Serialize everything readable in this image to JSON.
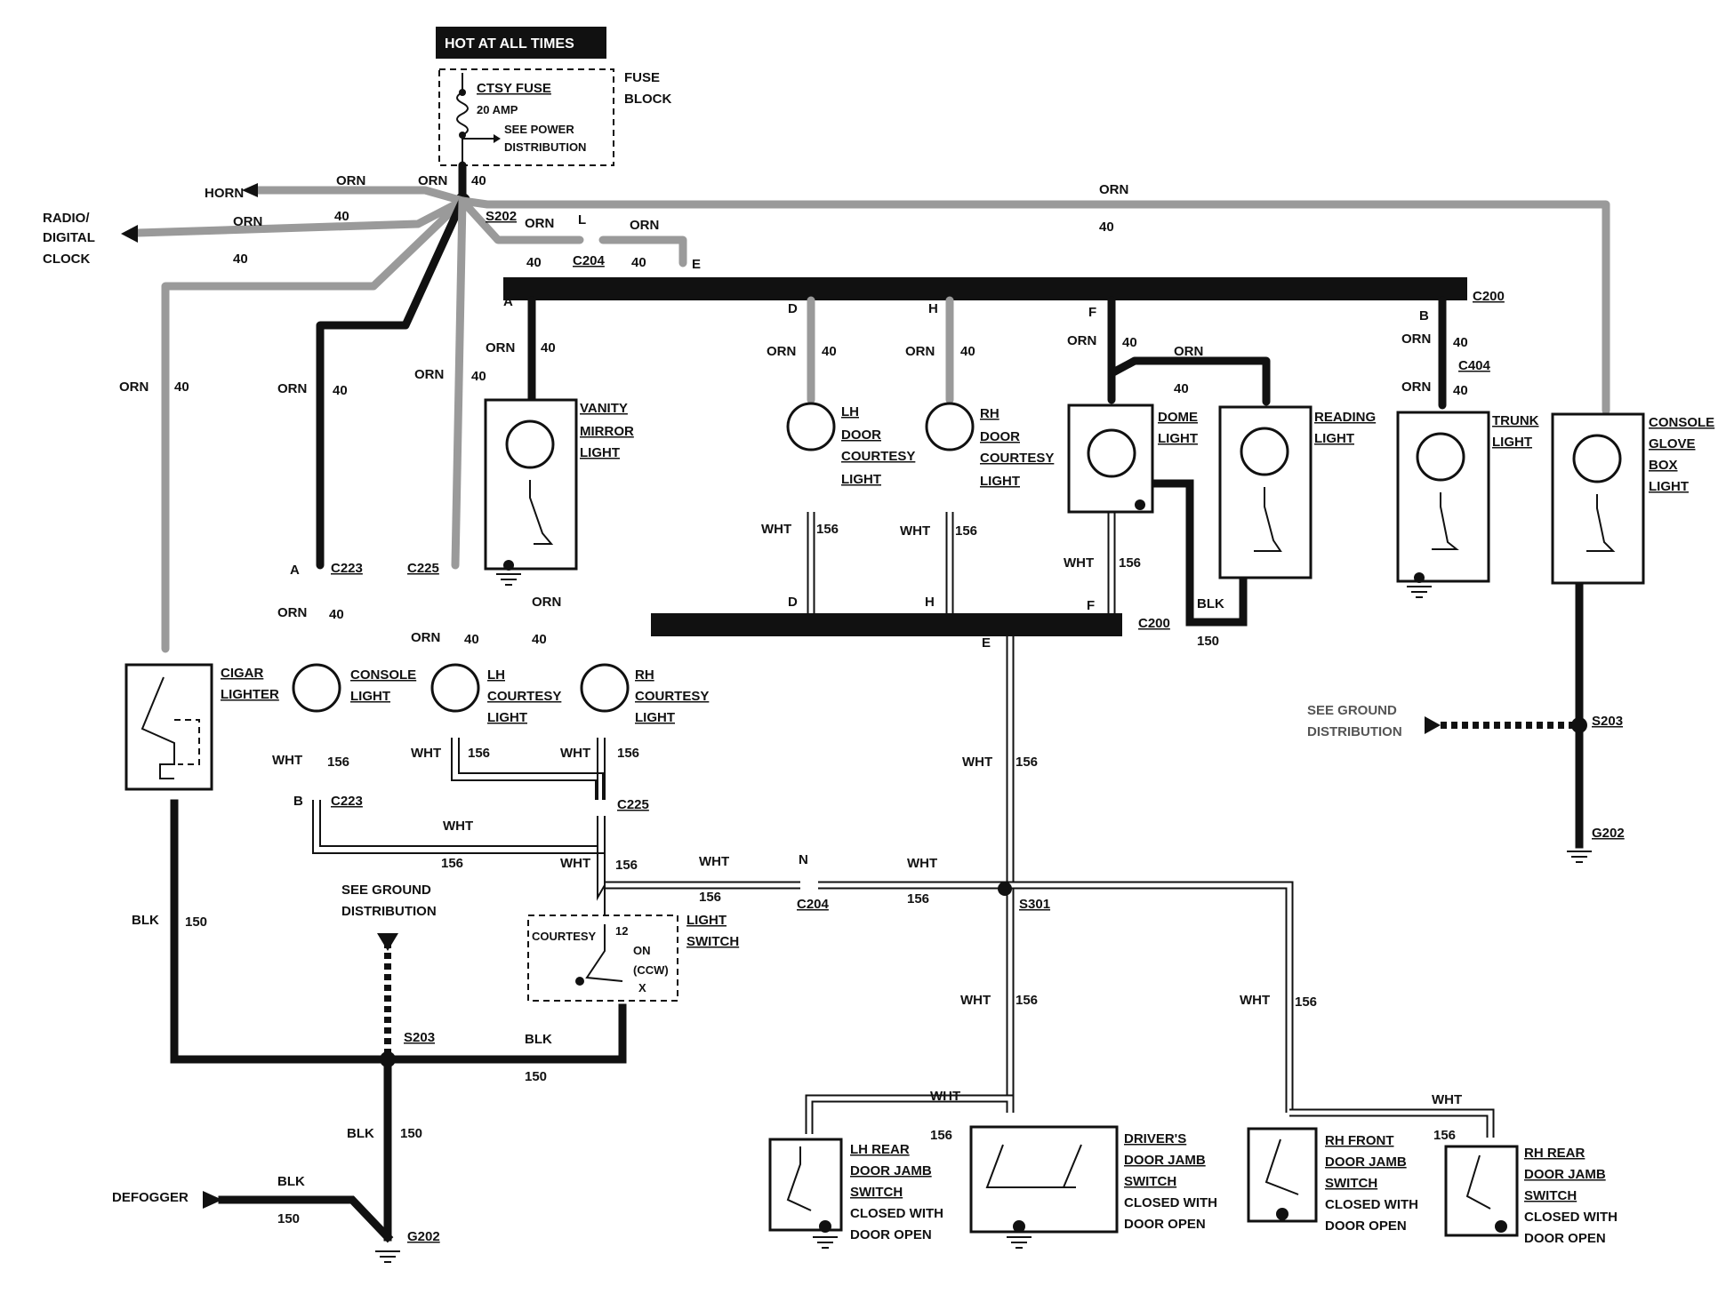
{
  "header": {
    "hot_label": "HOT AT ALL TIMES"
  },
  "fuse": {
    "name": "CTSY FUSE",
    "amp": "20 AMP",
    "note_line1": "SEE POWER",
    "note_line2": "DISTRIBUTION",
    "block_line1": "FUSE",
    "block_line2": "BLOCK"
  },
  "wire": {
    "orn": "ORN",
    "wht": "WHT",
    "blk": "BLK",
    "n40": "40",
    "n156": "156",
    "n150": "150"
  },
  "loads": {
    "horn": "HORN",
    "radio_line1": "RADIO/",
    "radio_line2": "DIGITAL",
    "radio_line3": "CLOCK",
    "defogger": "DEFOGGER"
  },
  "splices": {
    "s202": "S202",
    "s203": "S203",
    "s301": "S301"
  },
  "connectors": {
    "c200": "C200",
    "c204": "C204",
    "c223": "C223",
    "c225": "C225",
    "c404": "C404"
  },
  "pins": {
    "a": "A",
    "b": "B",
    "d": "D",
    "e": "E",
    "f": "F",
    "h": "H",
    "l": "L",
    "n": "N",
    "x": "X"
  },
  "grounds": {
    "g202": "G202",
    "see_ground_line1": "SEE GROUND",
    "see_ground_line2": "DISTRIBUTION"
  },
  "components": {
    "vanity": [
      "VANITY",
      "MIRROR",
      "LIGHT"
    ],
    "lh_door": [
      "LH",
      "DOOR",
      "COURTESY",
      "LIGHT"
    ],
    "rh_door": [
      "RH",
      "DOOR",
      "COURTESY",
      "LIGHT"
    ],
    "dome": [
      "DOME",
      "LIGHT"
    ],
    "reading": [
      "READING",
      "LIGHT"
    ],
    "trunk": [
      "TRUNK",
      "LIGHT"
    ],
    "console_glove": [
      "CONSOLE",
      "GLOVE",
      "BOX",
      "LIGHT"
    ],
    "cigar": [
      "CIGAR",
      "LIGHTER"
    ],
    "console": [
      "CONSOLE",
      "LIGHT"
    ],
    "lh_courtesy": [
      "LH",
      "COURTESY",
      "LIGHT"
    ],
    "rh_courtesy": [
      "RH",
      "COURTESY",
      "LIGHT"
    ],
    "light_switch": [
      "LIGHT",
      "SWITCH"
    ],
    "light_switch_inner": {
      "courtesy": "COURTESY",
      "pin": "12",
      "on": "ON",
      "ccw": "(CCW)"
    },
    "lh_rear_jamb": [
      "LH REAR",
      "DOOR JAMB",
      "SWITCH",
      "CLOSED WITH",
      "DOOR OPEN"
    ],
    "drivers_jamb": [
      "DRIVER'S",
      "DOOR JAMB",
      "SWITCH",
      "CLOSED WITH",
      "DOOR OPEN"
    ],
    "rh_front_jamb": [
      "RH FRONT",
      "DOOR JAMB",
      "SWITCH",
      "CLOSED WITH",
      "DOOR OPEN"
    ],
    "rh_rear_jamb": [
      "RH REAR",
      "DOOR JAMB",
      "SWITCH",
      "CLOSED WITH",
      "DOOR OPEN"
    ]
  }
}
